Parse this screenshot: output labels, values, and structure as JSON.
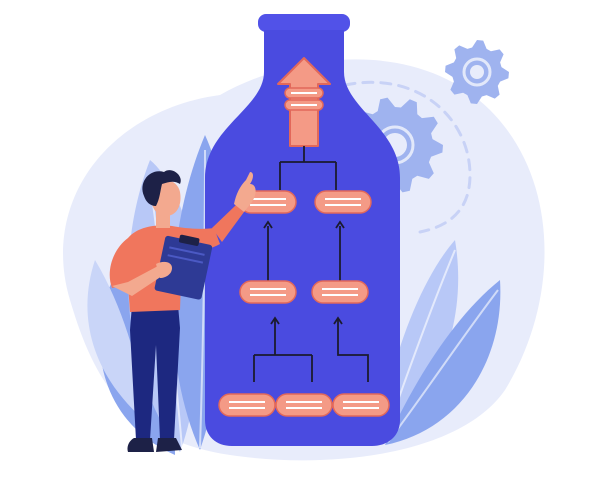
{
  "illustration": {
    "subject": "bottleneck-hierarchy",
    "icons": [
      "gear-icon",
      "gear-icon",
      "arrow-up-icon"
    ],
    "colors": {
      "background_blob": "#e8ecfb",
      "leaf_dark": "#8aa5ee",
      "leaf_light": "#b8c8f7",
      "bottle": "#4a4be0",
      "bottle_neck": "#5152e8",
      "node_fill": "#f49a86",
      "node_stroke": "#e2685a",
      "node_line": "#ffffff",
      "connector": "#1b1b2e",
      "gear": "#9fb3ef",
      "shirt": "#f0765d",
      "pants": "#1d2880",
      "hair": "#1d2147",
      "skin": "#f3a98f",
      "clipboard": "#2e3a95"
    },
    "hierarchy": {
      "levels": [
        1,
        2,
        2,
        3
      ]
    }
  }
}
